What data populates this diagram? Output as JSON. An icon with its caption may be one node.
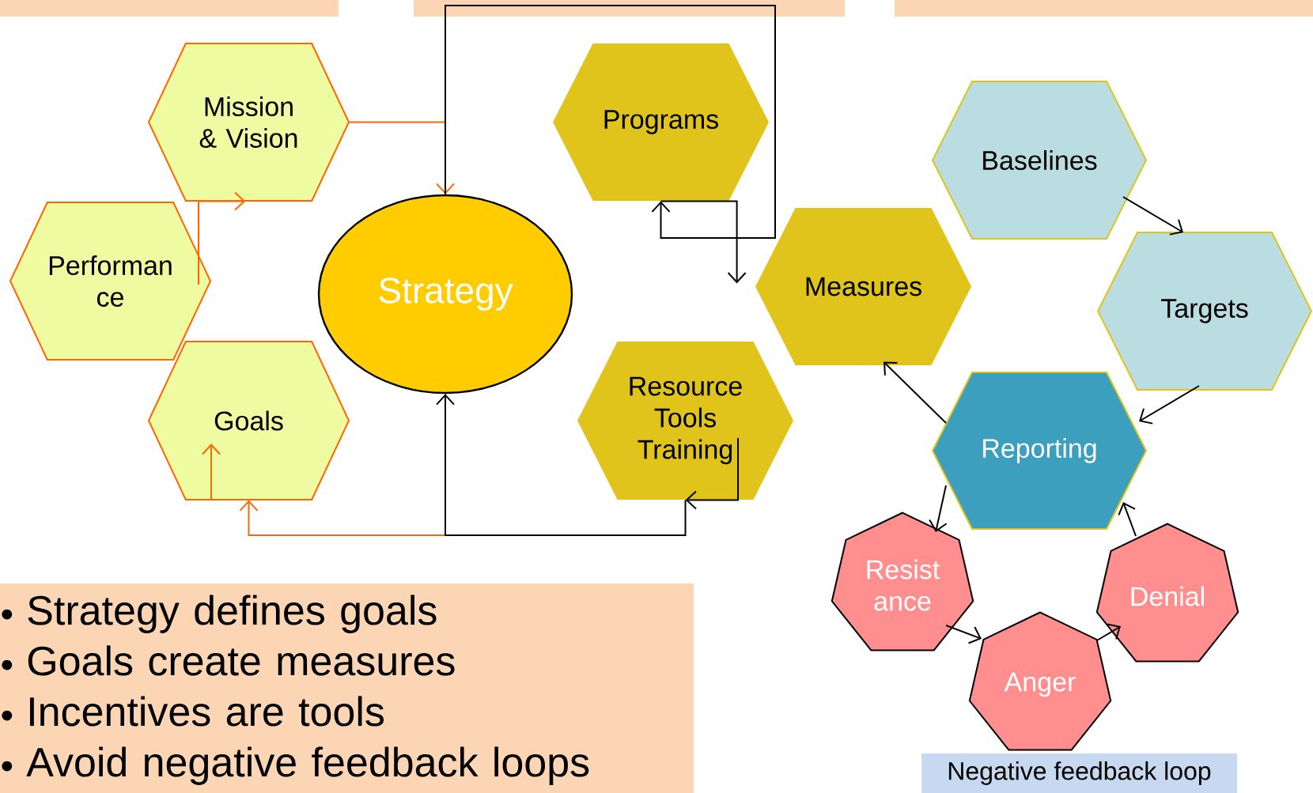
{
  "diagram": {
    "nodes": [
      {
        "text": [
          "Mission & Vision"
        ]
      },
      {
        "text": [
          "Performan ce"
        ]
      },
      {
        "text": [
          "Goals"
        ]
      },
      {
        "text": [
          "Strategy"
        ]
      },
      {
        "text": [
          "Programs"
        ]
      },
      {
        "text": [
          "Measures"
        ]
      },
      {
        "text": [
          "Resource Tools Training"
        ]
      },
      {
        "text": [
          "Baselines"
        ]
      },
      {
        "text": [
          "Targets"
        ]
      },
      {
        "text": [
          "Reporting"
        ]
      },
      {
        "text": [
          "Resist ance"
        ]
      },
      {
        "text": [
          "Anger"
        ]
      },
      {
        "text": [
          "Denial"
        ]
      },
      {
        "text": [
          "Strategy defines goals",
          "Goals create measures",
          "Incentives are tools",
          "Avoid negative feedback loops"
        ]
      },
      {
        "text": [
          "Negative feedback loop"
        ]
      }
    ],
    "edges": [
      {
        "from": 0,
        "to": 3,
        "arrow": "to",
        "color": "#ff6600"
      },
      {
        "from": 1,
        "to": 0,
        "arrow": "to",
        "color": "#ff6600"
      },
      {
        "from": 3,
        "to": 2,
        "arrow": "to",
        "color": "#ff6600"
      },
      {
        "from": 3,
        "to": 4,
        "arrow": "to"
      },
      {
        "from": 4,
        "to": 5,
        "arrow": "to"
      },
      {
        "from": 6,
        "to": 6,
        "arrow": "to"
      },
      {
        "from": 6,
        "to": 3,
        "arrow": "to"
      },
      {
        "from": 9,
        "to": 5,
        "arrow": "to"
      },
      {
        "from": 7,
        "to": 8,
        "arrow": "to"
      },
      {
        "from": 8,
        "to": 9,
        "arrow": "to"
      },
      {
        "from": 9,
        "to": 10,
        "arrow": "to"
      },
      {
        "from": 10,
        "to": 11,
        "arrow": "to"
      },
      {
        "from": 11,
        "to": 12,
        "arrow": "to"
      },
      {
        "from": 12,
        "to": 9,
        "arrow": "to"
      }
    ]
  }
}
